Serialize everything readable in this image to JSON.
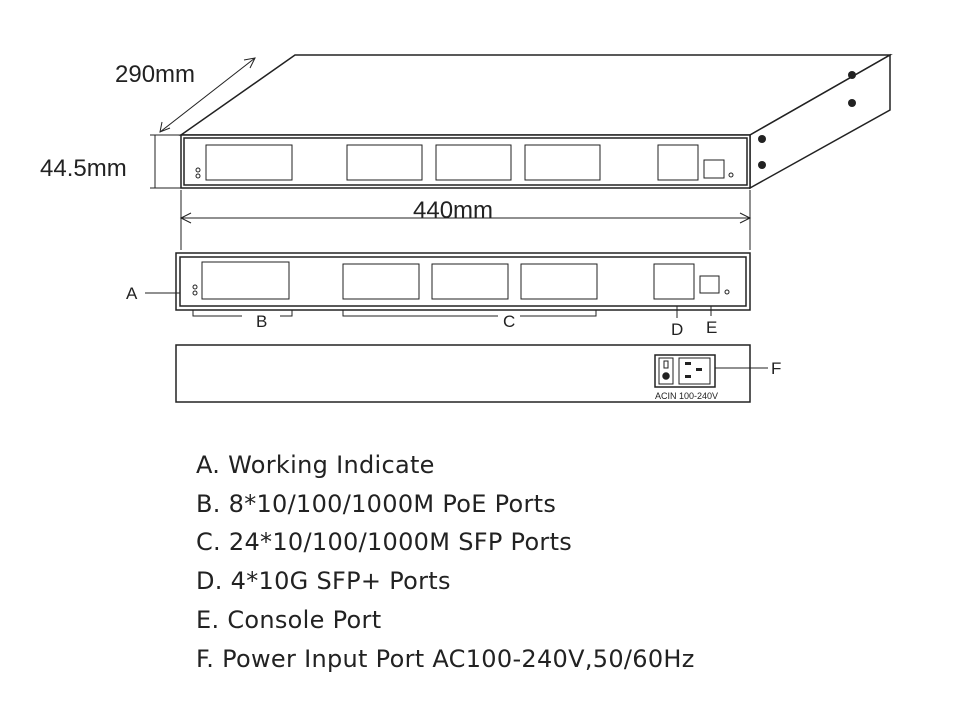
{
  "dimensions": {
    "depth": "290mm",
    "height": "44.5mm",
    "width": "440mm"
  },
  "callouts": {
    "a": "A",
    "b": "B",
    "c": "C",
    "d": "D",
    "e": "E",
    "f": "F"
  },
  "rear_panel": {
    "power_label": "ACIN 100-240V"
  },
  "legend": [
    "A. Working Indicate",
    "B. 8*10/100/1000M PoE Ports",
    "C. 24*10/100/1000M SFP Ports",
    "D. 4*10G SFP+ Ports",
    "E. Console Port",
    "F. Power Input Port AC100-240V,50/60Hz"
  ]
}
